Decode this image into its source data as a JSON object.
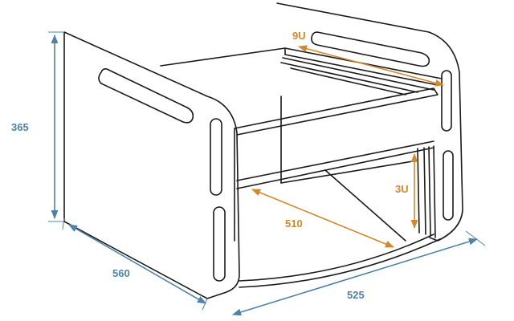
{
  "dimensions": {
    "height": "365",
    "depth": "560",
    "width": "525",
    "inner_depth": "510",
    "upper_rack_space": "9U",
    "lower_rack_space": "3U"
  },
  "colors": {
    "outline": "#1a1a1a",
    "dimension_blue": "#4e82a8",
    "dimension_orange": "#d4882e",
    "background": "#ffffff"
  }
}
